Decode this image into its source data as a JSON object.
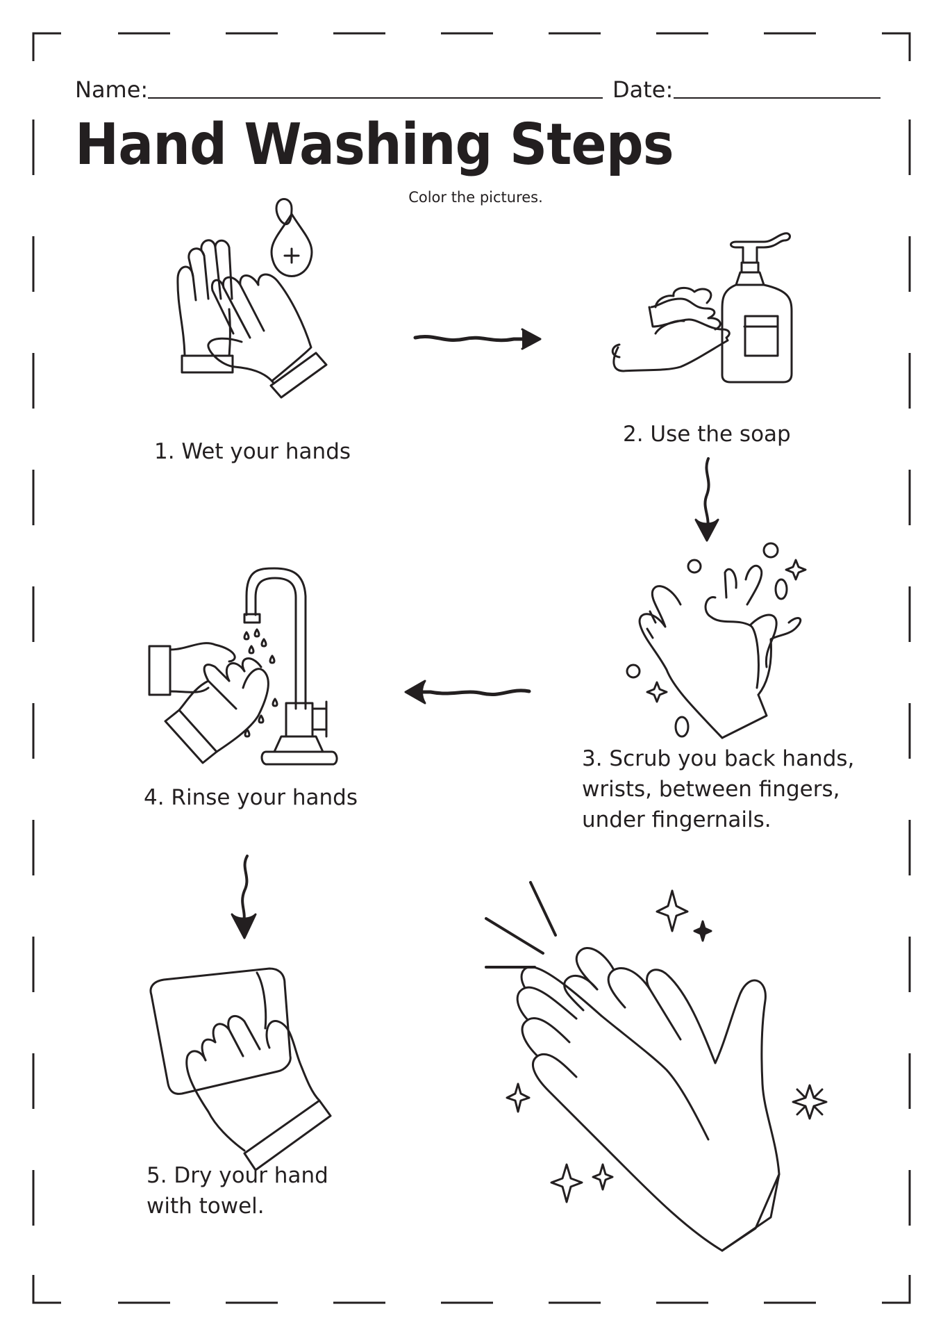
{
  "header": {
    "name_label": "Name:",
    "date_label": "Date:",
    "title": "Hand Washing Steps",
    "subtitle": "Color the pictures."
  },
  "steps": [
    {
      "label": "1. Wet your hands",
      "icon": "wet-hands-icon"
    },
    {
      "label": "2. Use the soap",
      "icon": "soap-dispenser-icon"
    },
    {
      "label_lines": [
        "3. Scrub you back hands,",
        "wrists, between fingers,",
        "under fingernails."
      ],
      "icon": "scrubbing-hands-icon"
    },
    {
      "label": "4. Rinse your hands",
      "icon": "faucet-rinse-icon"
    },
    {
      "label_lines": [
        "5. Dry your hand",
        "with towel."
      ],
      "icon": "towel-dry-icon"
    }
  ],
  "decor": {
    "final_icon": "clean-hands-sparkle-icon",
    "arrow_icon": "wavy-arrow-icon"
  }
}
